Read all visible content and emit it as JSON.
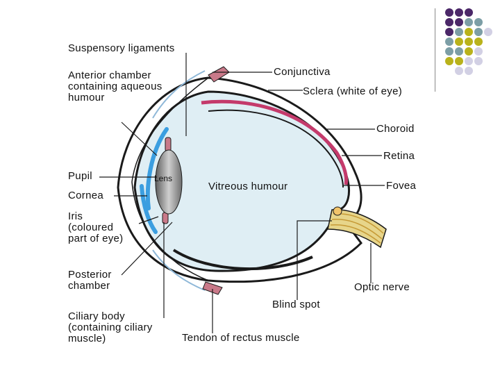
{
  "labels": {
    "suspensory_ligaments": "Suspensory ligaments",
    "anterior_chamber": "Anterior chamber\ncontaining aqueous\nhumour",
    "pupil": "Pupil",
    "cornea": "Cornea",
    "iris": "Iris\n(coloured\npart of eye)",
    "posterior_chamber": "Posterior\nchamber",
    "ciliary_body": "Ciliary body\n(containing ciliary\nmuscle)",
    "tendon": "Tendon of rectus muscle",
    "blind_spot": "Blind spot",
    "optic_nerve": "Optic nerve",
    "fovea": "Fovea",
    "retina": "Retina",
    "choroid": "Choroid",
    "sclera": "Sclera (white of eye)",
    "conjunctiva": "Conjunctiva",
    "lens": "Lens",
    "vitreous_humour": "Vitreous humour"
  },
  "colors": {
    "purple": "#4b2768",
    "teal": "#7c9ea6",
    "olive": "#b9b21b",
    "lilac": "#d2d0e4",
    "choroid": "#c43a6b",
    "vitreous": "#dfeef4",
    "cornea_blue": "#3b9ee0"
  },
  "decor_dots": [
    [
      "purple",
      "purple",
      "purple",
      "",
      ""
    ],
    [
      "purple",
      "purple",
      "teal",
      "teal",
      ""
    ],
    [
      "purple",
      "teal",
      "olive",
      "teal",
      "lilac"
    ],
    [
      "teal",
      "olive",
      "olive",
      "olive",
      ""
    ],
    [
      "teal",
      "teal",
      "olive",
      "lilac",
      ""
    ],
    [
      "olive",
      "olive",
      "lilac",
      "lilac",
      ""
    ],
    [
      "",
      "lilac",
      "lilac",
      "",
      ""
    ]
  ]
}
